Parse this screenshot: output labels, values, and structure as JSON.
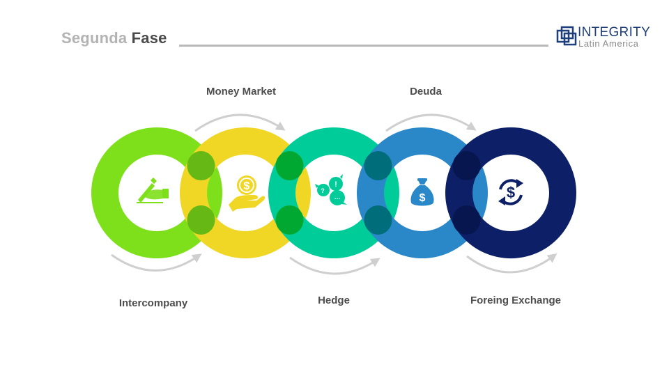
{
  "header": {
    "title_light": "Segunda",
    "title_dark": "Fase"
  },
  "logo": {
    "brand": "INTEGRITY",
    "subtitle": "Latin America"
  },
  "diagram": {
    "stages": [
      {
        "label": "Intercompany",
        "color": "#7ee01a",
        "icon": "hand-writing-contract-icon"
      },
      {
        "label": "Money Market",
        "color": "#f0d726",
        "icon": "hand-holding-coin-icon"
      },
      {
        "label": "Hedge",
        "color": "#00cc99",
        "icon": "chat-bubbles-icon"
      },
      {
        "label": "Deuda",
        "color": "#2a88c8",
        "icon": "money-bag-icon"
      },
      {
        "label": "Foreing Exchange",
        "color": "#0d1f66",
        "icon": "currency-exchange-icon"
      }
    ],
    "overlap_colors": [
      "#66b814",
      "#00a832",
      "#006e7a",
      "#08164f"
    ],
    "arrow_color": "#cfcfcf"
  }
}
